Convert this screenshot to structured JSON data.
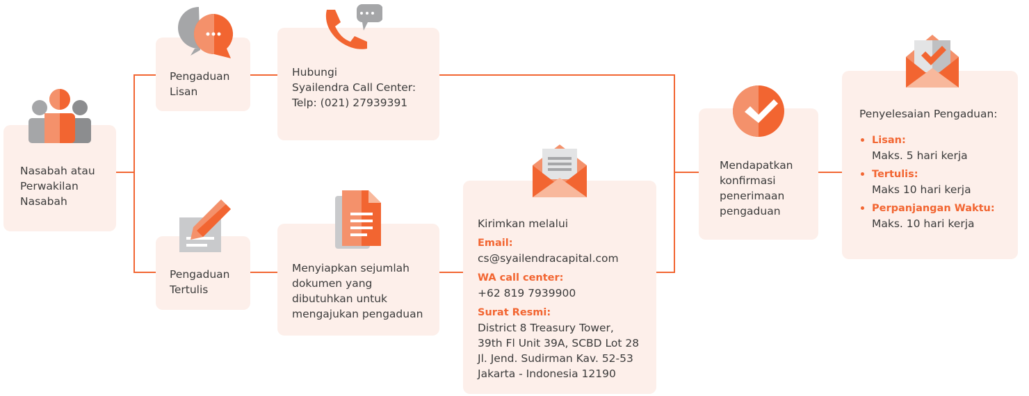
{
  "nasabah": {
    "lines": [
      "Nasabah atau",
      "Perwakilan",
      "Nasabah"
    ]
  },
  "lisan": {
    "lines": [
      "Pengaduan",
      "Lisan"
    ]
  },
  "tertulis": {
    "lines": [
      "Pengaduan",
      "Tertulis"
    ]
  },
  "hubungi": {
    "lines": [
      "Hubungi",
      "Syailendra Call Center:",
      "Telp: (021) 27939391"
    ]
  },
  "menyiapkan": {
    "lines": [
      "Menyiapkan sejumlah",
      "dokumen yang",
      "dibutuhkan untuk",
      "mengajukan pengaduan"
    ]
  },
  "kirimkan": {
    "title": "Kirimkan melalui",
    "email_label": "Email:",
    "email": "cs@syailendracapital.com",
    "wa_label": "WA call center:",
    "wa": "+62 819 7939900",
    "surat_label": "Surat Resmi:",
    "address": [
      "District 8 Treasury Tower,",
      "39th Fl Unit 39A, SCBD Lot 28",
      "Jl. Jend. Sudirman Kav. 52-53",
      "Jakarta - Indonesia 12190"
    ]
  },
  "konfirmasi": {
    "lines": [
      "Mendapatkan",
      "konfirmasi",
      "penerimaan",
      "pengaduan"
    ]
  },
  "penyelesaian": {
    "title": "Penyelesaian Pengaduan:",
    "items": [
      {
        "label": "Lisan:",
        "value": "Maks. 5 hari kerja"
      },
      {
        "label": "Tertulis:",
        "value": "Maks 10 hari kerja"
      },
      {
        "label": "Perpanjangan Waktu:",
        "value": "Maks. 10 hari kerja"
      }
    ]
  },
  "colors": {
    "accent": "#f26531",
    "box": "#fdefea"
  }
}
